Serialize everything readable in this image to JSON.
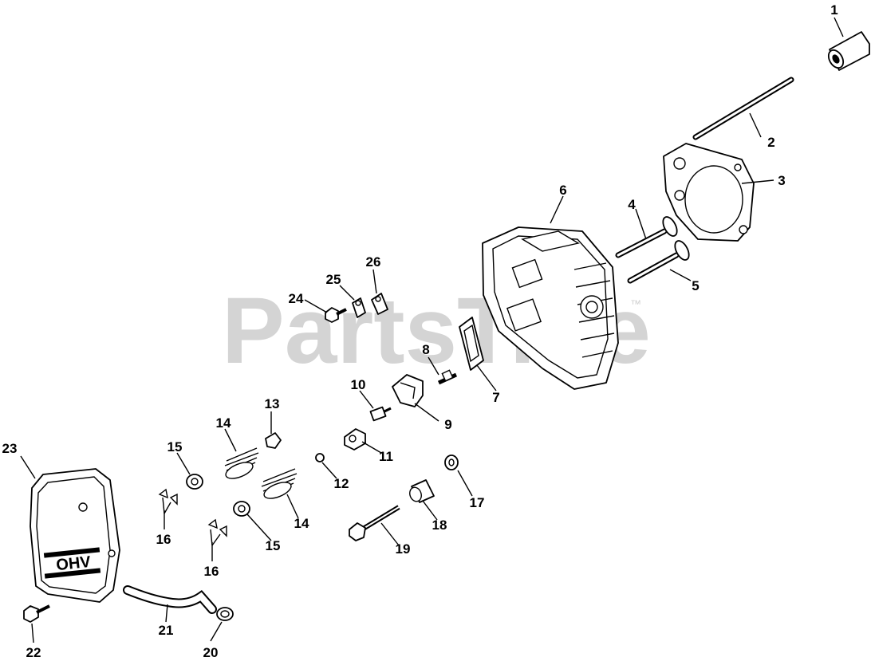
{
  "watermark": {
    "text": "PartsTree",
    "trademark": "™"
  },
  "cover_text": "OHV",
  "callouts": [
    "1",
    "2",
    "3",
    "4",
    "5",
    "6",
    "7",
    "8",
    "9",
    "10",
    "11",
    "12",
    "13",
    "14",
    "14",
    "15",
    "15",
    "16",
    "16",
    "17",
    "18",
    "19",
    "20",
    "21",
    "22",
    "23",
    "24",
    "25",
    "26"
  ]
}
